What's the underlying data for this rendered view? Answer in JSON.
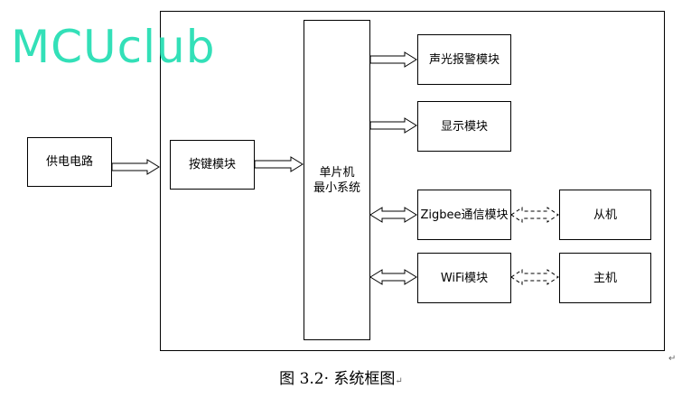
{
  "watermark": "MCUclub",
  "caption": {
    "text": "图 3.2· 系统框图",
    "mark": "↵"
  },
  "blocks": {
    "power": "供电电路",
    "keypad": "按键模块",
    "mcu_line1": "单片机",
    "mcu_line2": "最小系统",
    "alarm": "声光报警模块",
    "display": "显示模块",
    "zigbee": "Zigbee通信模块",
    "wifi": "WiFi模块",
    "slave": "从机",
    "master": "主机"
  },
  "colors": {
    "watermark": "#33e0b8",
    "lines": "#000000"
  }
}
